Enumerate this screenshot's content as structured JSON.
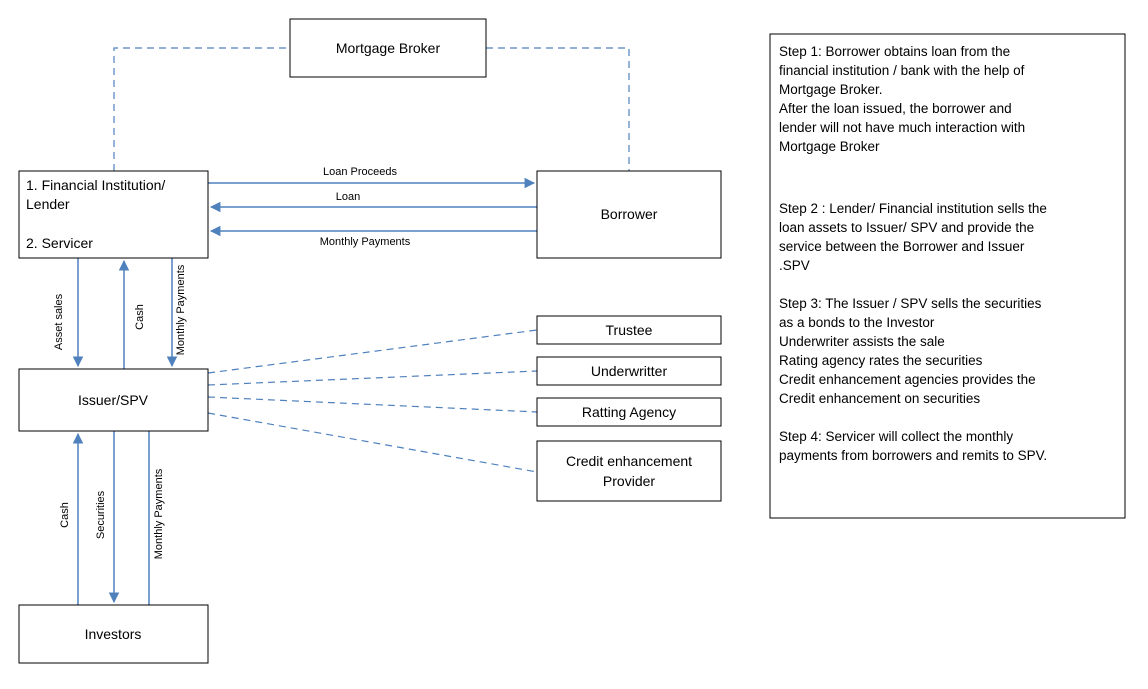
{
  "nodes": {
    "broker": "Mortgage Broker",
    "lender_line1": "1. Financial Institution/",
    "lender_line2": "Lender",
    "servicer": "2. Servicer",
    "borrower": "Borrower",
    "issuer": "Issuer/SPV",
    "trustee": "Trustee",
    "underwriter": "Underwritter",
    "rating": "Ratting Agency",
    "credit_line1": "Credit enhancement",
    "credit_line2": "Provider",
    "investors": "Investors"
  },
  "flows": {
    "loan_proceeds": "Loan Proceeds",
    "loan": "Loan",
    "monthly_payments_top": "Monthly Payments",
    "asset_sales": "Asset sales",
    "cash_up": "Cash",
    "monthly_payments_mid": "Monthly Payments",
    "cash_low": "Cash",
    "securities": "Securities",
    "monthly_payments_low": "Monthly Payments"
  },
  "steps": [
    "Step 1: Borrower obtains loan from the",
    "financial institution / bank  with the help of",
    "Mortgage Broker.",
    "After the loan issued, the borrower and",
    "lender will not have much interaction with",
    "Mortgage Broker",
    "",
    "",
    "Step 2 : Lender/ Financial institution sells the",
    "loan assets to Issuer/ SPV and provide the",
    "service between the Borrower and Issuer",
    ".SPV",
    "",
    "Step 3: The Issuer / SPV sells the securities",
    "as a bonds to the Investor",
    "Underwriter assists the sale",
    "Rating agency rates the securities",
    "Credit enhancement agencies provides the",
    "Credit enhancement on securities",
    "",
    "Step 4: Servicer will collect the monthly",
    "payments from borrowers and remits to SPV."
  ],
  "colors": {
    "flow": "#4f81bd",
    "border": "#000000"
  }
}
